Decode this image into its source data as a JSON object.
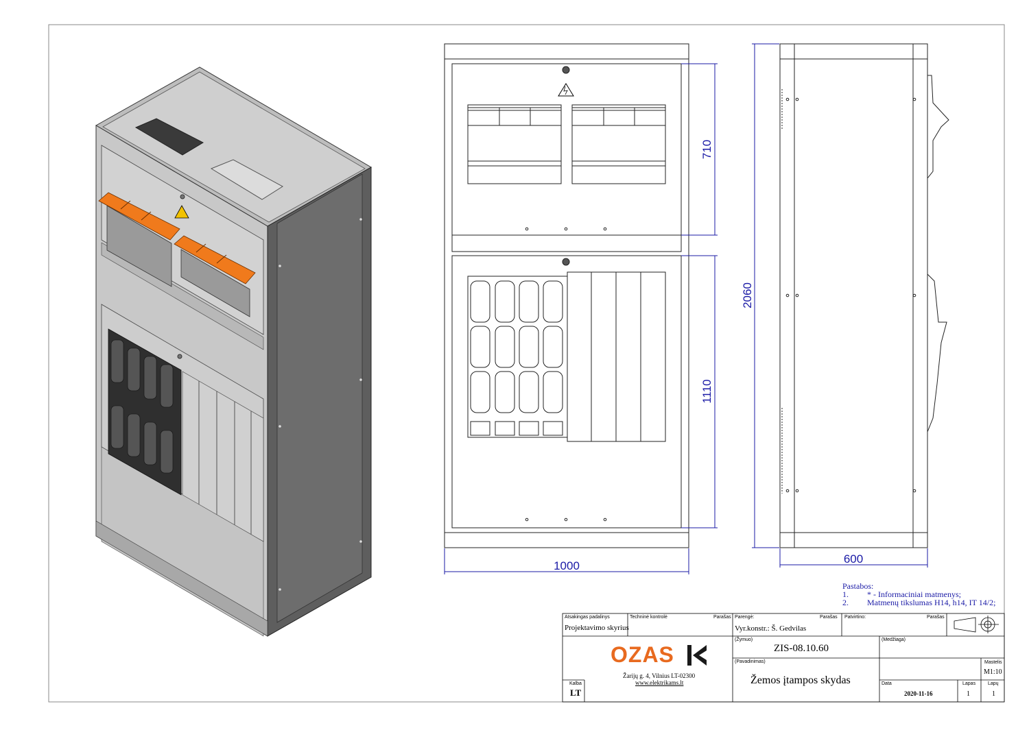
{
  "dimensions": {
    "width_front": "1000",
    "width_side": "600",
    "height_total": "2060",
    "height_upper": "710",
    "height_lower": "1110"
  },
  "notes": {
    "title": "Pastabos:",
    "items": [
      {
        "num": "1.",
        "text": "* - Informaciniai matmenys;"
      },
      {
        "num": "2.",
        "text": "Matmenų tikslumas H14, h14, IT 14/2;"
      }
    ]
  },
  "title_block": {
    "dept_label": "Atsakingas padalinys",
    "dept_value": "Projektavimo skyrius",
    "tech_label": "Techninė kontrolė",
    "sign_label_1": "Parašas",
    "prepared_label": "Parengė:",
    "prepared_value": "Vyr.konstr.: Š. Gedvilas",
    "sign_label_2": "Parašas",
    "approved_label": "Patvirtino:",
    "sign_label_3": "Parašas",
    "code_label": "(Žymuo)",
    "code_value": "ZIS-08.10.60",
    "material_label": "(Medžiaga)",
    "name_label": "(Pavadinimas)",
    "name_value": "Žemos įtampos skydas",
    "scale_label": "Mastelis",
    "scale_value": "M1:10",
    "date_label": "Data",
    "date_value": "2020-11-16",
    "sheet_label": "Lapas",
    "sheet_value": "1",
    "sheets_label": "Lapų",
    "sheets_value": "1",
    "lang_label": "Kalba",
    "lang_value": "LT",
    "company_logo": "OZAS",
    "company_address": "Žarijų g. 4, Vilnius LT-02300",
    "company_web": "www.elektrikams.lt"
  },
  "colors": {
    "dimension": "#1a1aa6",
    "logo": "#e86a1f",
    "handle": "#f07a1c"
  },
  "icons": [
    "warning-high-voltage-icon",
    "projection-symbol-icon"
  ]
}
